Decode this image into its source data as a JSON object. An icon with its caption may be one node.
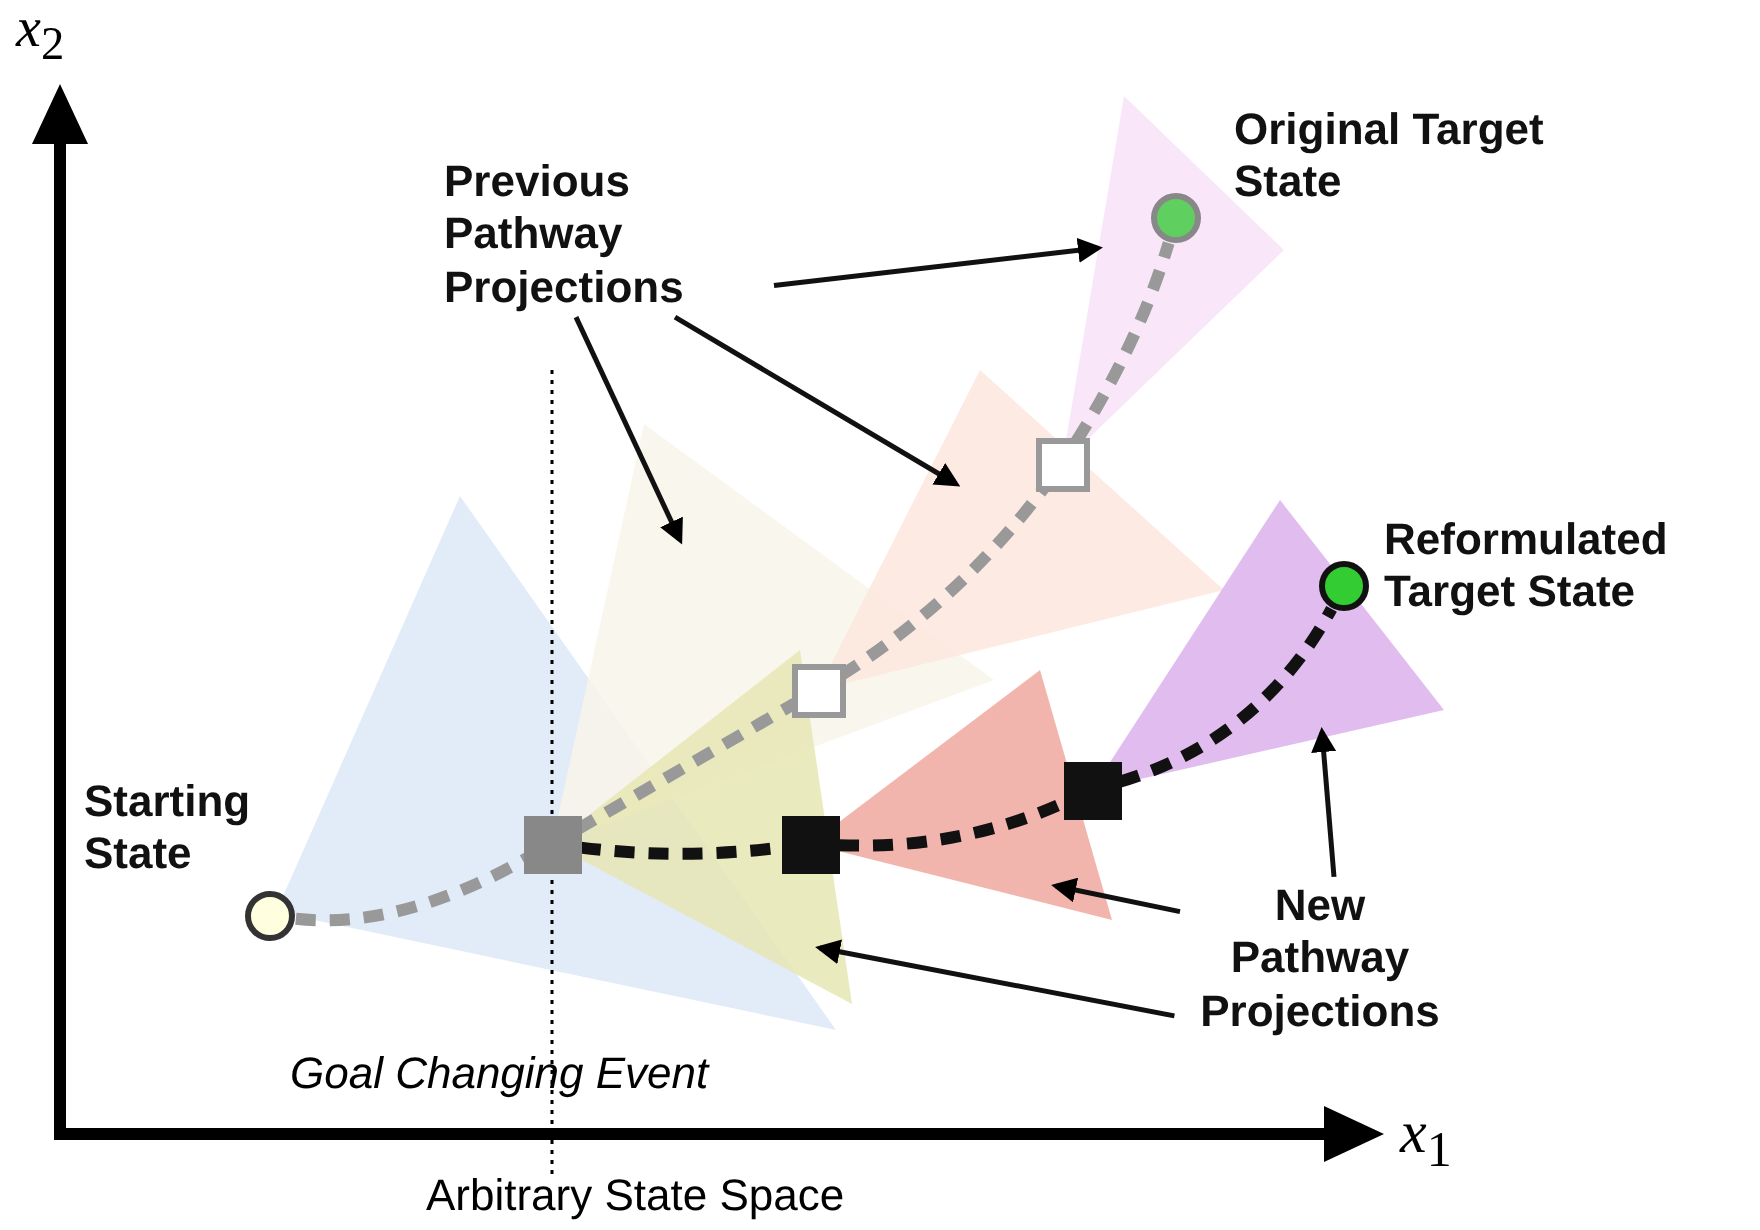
{
  "diagram": {
    "nodes": [
      {
        "text": [],
        "shape": "circle",
        "beside": [
          "Original Target State"
        ]
      },
      {
        "text": [
          "Previous Pathway Projections"
        ]
      },
      {
        "text": [],
        "shape": "box"
      },
      {
        "text": [],
        "shape": "circle",
        "beside": [
          "Reformulated Target State"
        ]
      },
      {
        "text": [],
        "shape": "box"
      },
      {
        "text": [],
        "shape": "circle",
        "beside": [
          "Starting State"
        ]
      },
      {
        "text": [],
        "shape": "box"
      },
      {
        "text": [],
        "shape": "box"
      },
      {
        "text": [],
        "shape": "box"
      },
      {
        "text": [
          "New Pathway Projections"
        ]
      }
    ],
    "edges": [
      {
        "from": 1,
        "to": null,
        "arrow": "to"
      },
      {
        "from": 1,
        "to": null,
        "arrow": "to"
      },
      {
        "from": 1,
        "to": null,
        "arrow": "to"
      },
      {
        "from": 9,
        "to": null,
        "arrow": "to"
      },
      {
        "from": 9,
        "to": null,
        "arrow": "to"
      },
      {
        "from": 9,
        "to": null,
        "arrow": "to"
      },
      {
        "from": 5,
        "to": 6,
        "arrow": "none",
        "style": "dashed",
        "color": "#999999"
      },
      {
        "from": 6,
        "to": 4,
        "arrow": "none",
        "style": "dashed",
        "color": "#999999"
      },
      {
        "from": 4,
        "to": 2,
        "arrow": "none",
        "style": "dashed",
        "color": "#999999"
      },
      {
        "from": 2,
        "to": 0,
        "arrow": "none",
        "style": "dashed",
        "color": "#999999"
      },
      {
        "from": 6,
        "to": 7,
        "arrow": "none",
        "style": "dashed"
      },
      {
        "from": 7,
        "to": 8,
        "arrow": "none",
        "style": "dashed"
      },
      {
        "from": 8,
        "to": 3,
        "arrow": "none",
        "style": "dashed"
      }
    ],
    "labels": [
      "*x*$_{2}$",
      "*x*$_{1}$",
      "Goal Changing Event",
      "Arbitrary State Space"
    ]
  }
}
